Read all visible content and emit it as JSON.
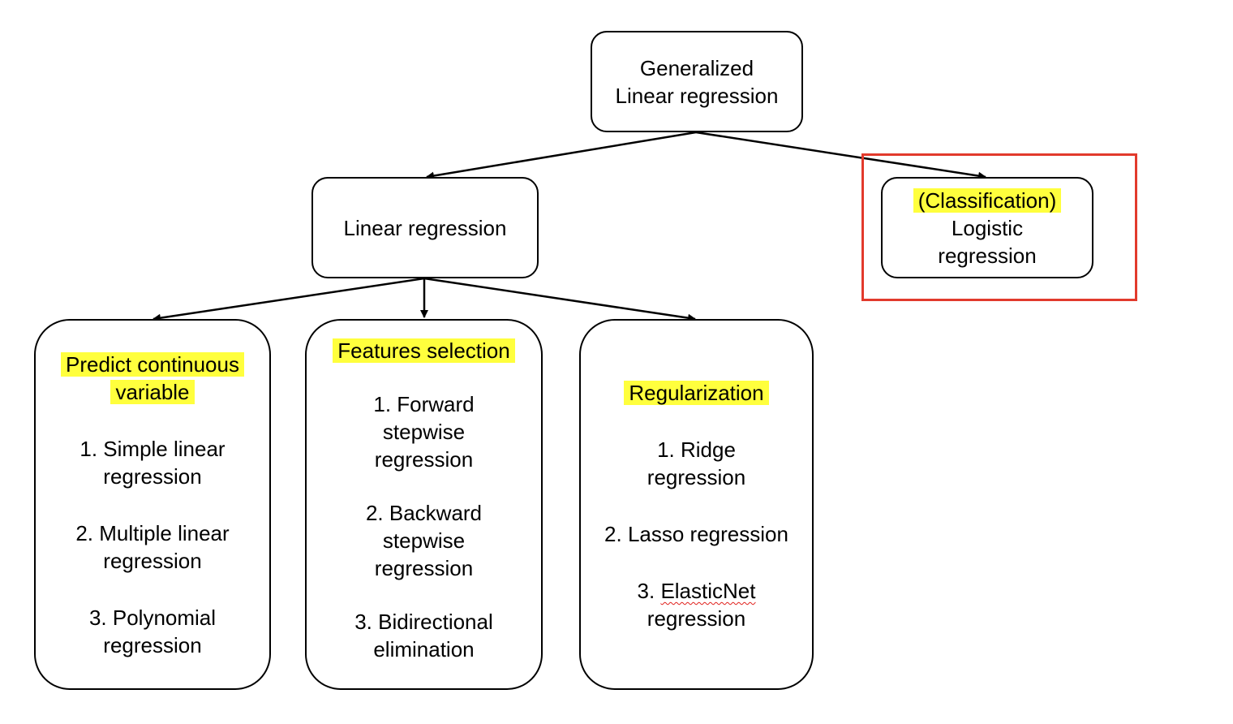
{
  "nodes": {
    "root": {
      "line1": "Generalized",
      "line2": "Linear regression"
    },
    "linear": {
      "label": "Linear regression"
    },
    "logistic": {
      "tag": "(Classification)",
      "line1": "Logistic",
      "line2": "regression"
    },
    "predict": {
      "heading_line1": "Predict continuous",
      "heading_line2": "variable",
      "items": [
        {
          "line1": "1. Simple linear",
          "line2": "regression"
        },
        {
          "line1": "2. Multiple linear",
          "line2": "regression"
        },
        {
          "line1": "3. Polynomial",
          "line2": "regression"
        }
      ]
    },
    "features": {
      "heading": "Features selection",
      "items": [
        {
          "line1": "1. Forward",
          "line2": "stepwise",
          "line3": "regression"
        },
        {
          "line1": "2. Backward",
          "line2": "stepwise",
          "line3": "regression"
        },
        {
          "line1": "3. Bidirectional",
          "line2": "elimination"
        }
      ]
    },
    "regularization": {
      "heading": "Regularization",
      "items": [
        {
          "line1": "1. Ridge",
          "line2": "regression"
        },
        {
          "line1": "2. Lasso regression"
        },
        {
          "line1_prefix": "3. ",
          "line1_word": "ElasticNet",
          "line2": "regression"
        }
      ]
    }
  },
  "colors": {
    "highlight": "#ffff3d",
    "frame": "#e23a2c",
    "stroke": "#000000",
    "spellcheck": "#e0201b"
  }
}
